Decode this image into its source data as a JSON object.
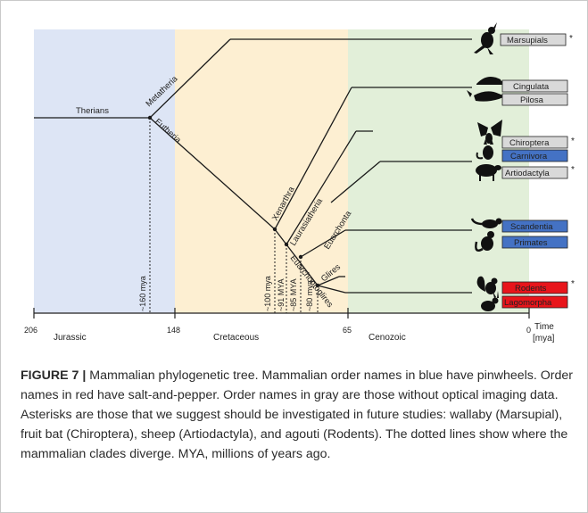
{
  "periods": [
    "Jurassic",
    "Cretaceous",
    "Cenozoic"
  ],
  "period_colors": {
    "Jurassic": "#dde5f5",
    "Cretaceous": "#fdefd2",
    "Cenozoic": "#e2efd9"
  },
  "axis": {
    "ticks": [
      "206",
      "148",
      "65",
      "0"
    ],
    "label_line1": "Time",
    "label_line2": "[mya]"
  },
  "divergence_labels": [
    "~160 mya",
    "~100 mya",
    "~91 MYA",
    "~85 MYA",
    "~80 mya"
  ],
  "clades": [
    "Therians",
    "Metatheria",
    "Eutheria",
    "Xenarthra",
    "Laurasiatheria",
    "Euarchonta",
    "Euarchontoglires",
    "Glires"
  ],
  "orders": [
    {
      "name": "Marsupials",
      "group": "gray",
      "asterisk": true,
      "silhouette": "wallaby-icon"
    },
    {
      "name": "Cingulata",
      "group": "gray",
      "asterisk": false,
      "silhouette": "armadillo-icon"
    },
    {
      "name": "Pilosa",
      "group": "gray",
      "asterisk": false,
      "silhouette": "anteater-icon"
    },
    {
      "name": "Chiroptera",
      "group": "gray",
      "asterisk": true,
      "silhouette": "bat-icon"
    },
    {
      "name": "Carnivora",
      "group": "blue",
      "asterisk": false,
      "silhouette": "cat-icon"
    },
    {
      "name": "Artiodactyla",
      "group": "gray",
      "asterisk": true,
      "silhouette": "sheep-icon"
    },
    {
      "name": "Scandentia",
      "group": "blue",
      "asterisk": false,
      "silhouette": "tree-shrew-icon"
    },
    {
      "name": "Primates",
      "group": "blue",
      "asterisk": false,
      "silhouette": "monkey-icon"
    },
    {
      "name": "Rodents",
      "group": "red",
      "asterisk": true,
      "silhouette": "squirrel-icon"
    },
    {
      "name": "Lagomorpha",
      "group": "red",
      "asterisk": false,
      "silhouette": "rabbit-icon"
    }
  ],
  "asterisk_symbol": "*",
  "order_colors": {
    "gray": "#d9d9d9",
    "blue": "#4472c4",
    "red": "#e8151b"
  },
  "caption": {
    "label": "FIGURE 7 |",
    "text": " Mammalian phylogenetic tree. Mammalian order names in blue have pinwheels. Order names in red have salt-and-pepper. Order names in gray are those without optical imaging data. Asterisks are those that we suggest should be investigated in future studies: wallaby (Marsupial), fruit bat (Chiroptera), sheep (Artiodactyla), and agouti (Rodents). The dotted lines show where the mammalian clades diverge. MYA, millions of years ago."
  }
}
